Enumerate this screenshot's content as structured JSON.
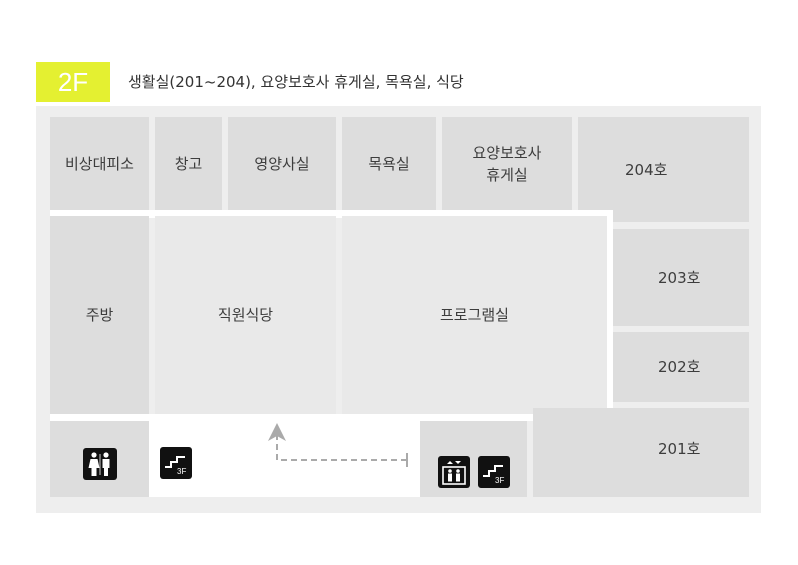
{
  "header": {
    "floor": "2F",
    "title": "생활실(201~204), 요양보호사 휴게실, 목욕실, 식당"
  },
  "rooms": {
    "emergency_stairs": "비상대피소",
    "storage": "창고",
    "nutrition_room": "영양사실",
    "bath_room": "목욕실",
    "caregiver_lounge_line1": "요양보호사",
    "caregiver_lounge_line2": "휴게실",
    "room_204": "204호",
    "kitchen": "주방",
    "staff_cafeteria": "직원식당",
    "program_room": "프로그램실",
    "room_203": "203호",
    "room_202": "202호",
    "room_201": "201호"
  },
  "icons": {
    "restroom": "restroom-icon",
    "stairs_left": "stairs-icon",
    "stairs_left_label": "3F",
    "elevator": "elevator-icon",
    "stairs_right": "stairs-icon",
    "stairs_right_label": "3F",
    "route_arrow": "dashed-arrow-icon"
  },
  "colors": {
    "badge": "#e4f031",
    "room": "#dddddd",
    "plan_background": "#eeeeee",
    "route": "#aaaaaa"
  }
}
